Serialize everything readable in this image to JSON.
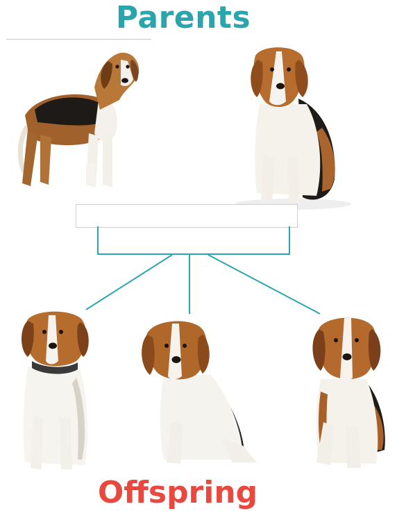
{
  "diagram": {
    "parents_title": "Parents",
    "offspring_title": "Offspring",
    "label_box_text": "",
    "accent_color": "#2aa5ad",
    "offspring_color": "#e8483d"
  },
  "parents": [
    {
      "id": "parent-1",
      "pose": "standing beagle",
      "icon": "standing-dog-icon"
    },
    {
      "id": "parent-2",
      "pose": "sitting beagle",
      "icon": "sitting-dog-icon"
    }
  ],
  "offspring": [
    {
      "id": "pup-1",
      "pose": "sitting beagle with collar",
      "icon": "sitting-dog-icon"
    },
    {
      "id": "pup-2",
      "pose": "sitting beagle",
      "icon": "sitting-dog-icon"
    },
    {
      "id": "pup-3",
      "pose": "sitting beagle puppy",
      "icon": "sitting-dog-icon"
    }
  ]
}
